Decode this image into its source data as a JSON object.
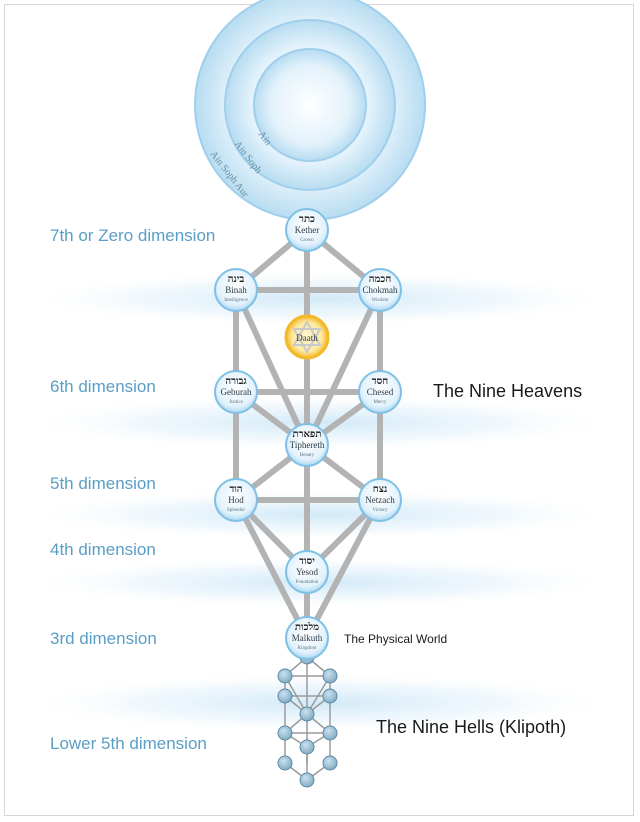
{
  "ain_labels": {
    "ain": "Ain",
    "ain_soph": "Ain Soph",
    "ain_soph_aur": "Ain Soph Aur"
  },
  "dimensions": {
    "d7": "7th or Zero dimension",
    "d6": "6th dimension",
    "d5": "5th dimension",
    "d4": "4th dimension",
    "d3": "3rd dimension",
    "lower5": "Lower 5th dimension"
  },
  "right_labels": {
    "heavens": "The Nine Heavens",
    "physical": "The Physical World",
    "hells": "The Nine Hells (Klipoth)"
  },
  "sephiroth": {
    "kether": {
      "hebrew": "כתר",
      "name": "Kether",
      "sub": "Crown"
    },
    "binah": {
      "hebrew": "בינה",
      "name": "Binah",
      "sub": "Intelligence"
    },
    "chokmah": {
      "hebrew": "חכמה",
      "name": "Chokmah",
      "sub": "Wisdom"
    },
    "daath": {
      "name": "Daath"
    },
    "geburah": {
      "hebrew": "גבורה",
      "name": "Geburah",
      "sub": "Justice"
    },
    "chesed": {
      "hebrew": "חסד",
      "name": "Chesed",
      "sub": "Mercy"
    },
    "tiphereth": {
      "hebrew": "תפארת",
      "name": "Tiphereth",
      "sub": "Beauty"
    },
    "hod": {
      "hebrew": "הוד",
      "name": "Hod",
      "sub": "Splendor"
    },
    "netzach": {
      "hebrew": "נצח",
      "name": "Netzach",
      "sub": "Victory"
    },
    "yesod": {
      "hebrew": "יסוד",
      "name": "Yesod",
      "sub": "Foundation"
    },
    "malkuth": {
      "hebrew": "מלכות",
      "name": "Malkuth",
      "sub": "Kingdom"
    }
  },
  "colors": {
    "dimension_text": "#5a9ec6",
    "node_fill": "#d9eefa",
    "node_stroke": "#6fb6e0",
    "path_stroke": "#b5b5b5",
    "daath_ring": "#f3b92b",
    "klipoth_node": "#8fb8cf"
  }
}
